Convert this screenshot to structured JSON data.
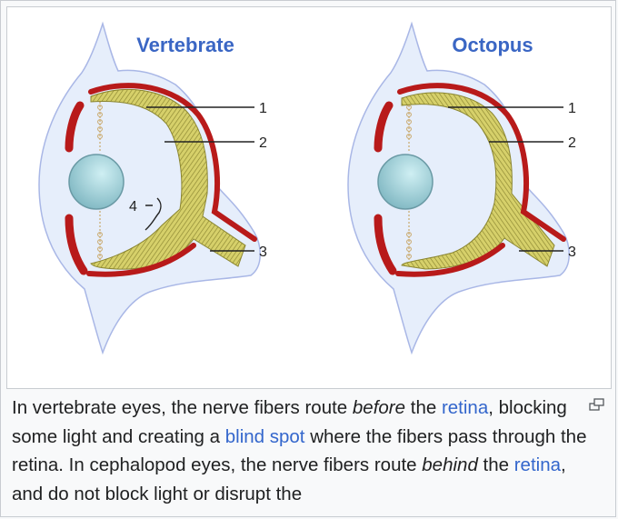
{
  "figure": {
    "panels": [
      {
        "title": "Vertebrate",
        "labels": [
          "1",
          "2",
          "3",
          "4"
        ]
      },
      {
        "title": "Octopus",
        "labels": [
          "1",
          "2",
          "3"
        ]
      }
    ]
  },
  "caption": {
    "part1": "In vertebrate eyes, the nerve fibers route ",
    "em1": "before",
    "part2": " the ",
    "link1": "retina",
    "part3": ", blocking some light and creating a ",
    "link2": "blind spot",
    "part4": " where the fibers pass through the retina. In cephalopod eyes, the nerve fibers route ",
    "em2": "behind",
    "part5": " the ",
    "link3": "retina",
    "part6": ", and do not block light or disrupt the"
  },
  "icons": {
    "enlarge": "enlarge-icon"
  },
  "colors": {
    "title": "#3a66c4",
    "link": "#3366cc",
    "choroid": "#b81a1a",
    "retina": "#c9c45a",
    "eye_fluid": "#e6eefb",
    "lens": "#8fc4cf"
  }
}
